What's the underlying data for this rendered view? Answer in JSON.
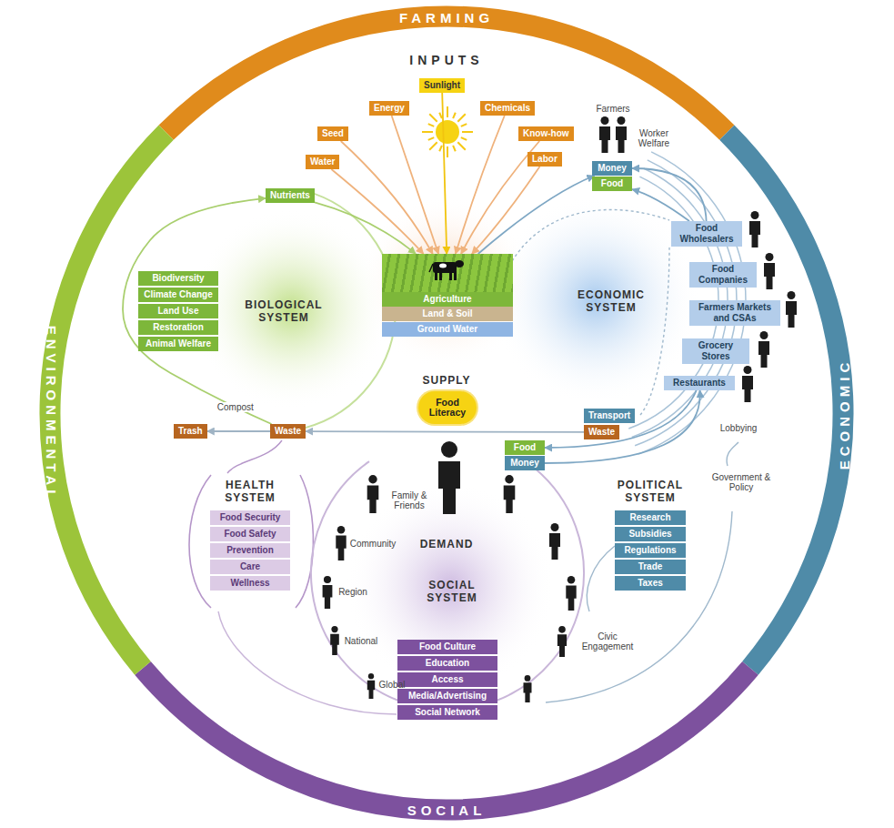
{
  "diagram": {
    "nodes": [
      {
        "text": [
          "Sunlight"
        ]
      },
      {
        "text": [
          "Energy"
        ]
      },
      {
        "text": [
          "Chemicals"
        ]
      },
      {
        "text": [
          "Seed"
        ]
      },
      {
        "text": [
          "Know-how"
        ]
      },
      {
        "text": [
          "Water"
        ]
      },
      {
        "text": [
          "Labor"
        ]
      },
      {
        "text": [
          "Nutrients"
        ]
      },
      {
        "text": [
          "Agriculture"
        ]
      },
      {
        "text": [
          "Land & Soil"
        ]
      },
      {
        "text": [
          "Ground Water"
        ]
      },
      {
        "text": [
          "Biodiversity"
        ]
      },
      {
        "text": [
          "Climate Change"
        ]
      },
      {
        "text": [
          "Land Use"
        ]
      },
      {
        "text": [
          "Restoration"
        ]
      },
      {
        "text": [
          "Animal Welfare"
        ]
      },
      {
        "text": [
          "Money"
        ]
      },
      {
        "text": [
          "Food"
        ]
      },
      {
        "text": [
          "Food Wholesalers"
        ]
      },
      {
        "text": [
          "Food Companies"
        ]
      },
      {
        "text": [
          "Farmers Markets and CSAs"
        ]
      },
      {
        "text": [
          "Grocery Stores"
        ]
      },
      {
        "text": [
          "Restaurants"
        ]
      },
      {
        "text": [
          "Transport"
        ]
      },
      {
        "text": [
          "Waste"
        ]
      },
      {
        "text": [
          "Food"
        ]
      },
      {
        "text": [
          "Money"
        ]
      },
      {
        "text": [
          "Food Literacy"
        ]
      },
      {
        "text": [
          "Waste"
        ]
      },
      {
        "text": [
          "Trash"
        ]
      },
      {
        "text": [
          "Food Security"
        ]
      },
      {
        "text": [
          "Food Safety"
        ]
      },
      {
        "text": [
          "Prevention"
        ]
      },
      {
        "text": [
          "Care"
        ]
      },
      {
        "text": [
          "Wellness"
        ]
      },
      {
        "text": [
          "Research"
        ]
      },
      {
        "text": [
          "Subsidies"
        ]
      },
      {
        "text": [
          "Regulations"
        ]
      },
      {
        "text": [
          "Trade"
        ]
      },
      {
        "text": [
          "Taxes"
        ]
      },
      {
        "text": [
          "Food Culture"
        ]
      },
      {
        "text": [
          "Education"
        ]
      },
      {
        "text": [
          "Access"
        ]
      },
      {
        "text": [
          "Media/Advertising"
        ]
      },
      {
        "text": [
          "Social Network"
        ]
      }
    ],
    "edges": [
      {
        "from": 0,
        "to": 8,
        "arrow": "to"
      },
      {
        "from": 1,
        "to": 8,
        "arrow": "to"
      },
      {
        "from": 2,
        "to": 8,
        "arrow": "to"
      },
      {
        "from": 3,
        "to": 8,
        "arrow": "to"
      },
      {
        "from": 4,
        "to": 8,
        "arrow": "to"
      },
      {
        "from": 5,
        "to": 8,
        "arrow": "to"
      },
      {
        "from": 6,
        "to": 8,
        "arrow": "to"
      },
      {
        "from": 7,
        "to": 8,
        "arrow": "to"
      },
      {
        "from": 8,
        "to": 16,
        "arrow": "to"
      },
      {
        "from": 18,
        "to": 17,
        "arrow": "to"
      },
      {
        "from": 18,
        "to": 16,
        "arrow": "to"
      },
      {
        "from": 22,
        "to": 25,
        "arrow": "to"
      },
      {
        "from": 26,
        "to": 22,
        "arrow": "to"
      },
      {
        "from": 24,
        "to": 28,
        "arrow": "to"
      },
      {
        "from": 28,
        "to": 29,
        "arrow": "to"
      },
      {
        "from": 28,
        "to": 7,
        "label": "Compost",
        "arrow": "to"
      }
    ],
    "labels": [
      "FARMING",
      "ECONOMIC",
      "ENVIRONMENTAL",
      "SOCIAL",
      "INPUTS",
      "SUPPLY",
      "DEMAND",
      "BIOLOGICAL SYSTEM",
      "ECONOMIC SYSTEM",
      "SOCIAL SYSTEM",
      "HEALTH SYSTEM",
      "POLITICAL SYSTEM",
      "Farmers",
      "Worker Welfare",
      "Lobbying",
      "Government & Policy",
      "Family & Friends",
      "Community",
      "Region",
      "National",
      "Global",
      "Civic Engagement"
    ]
  }
}
